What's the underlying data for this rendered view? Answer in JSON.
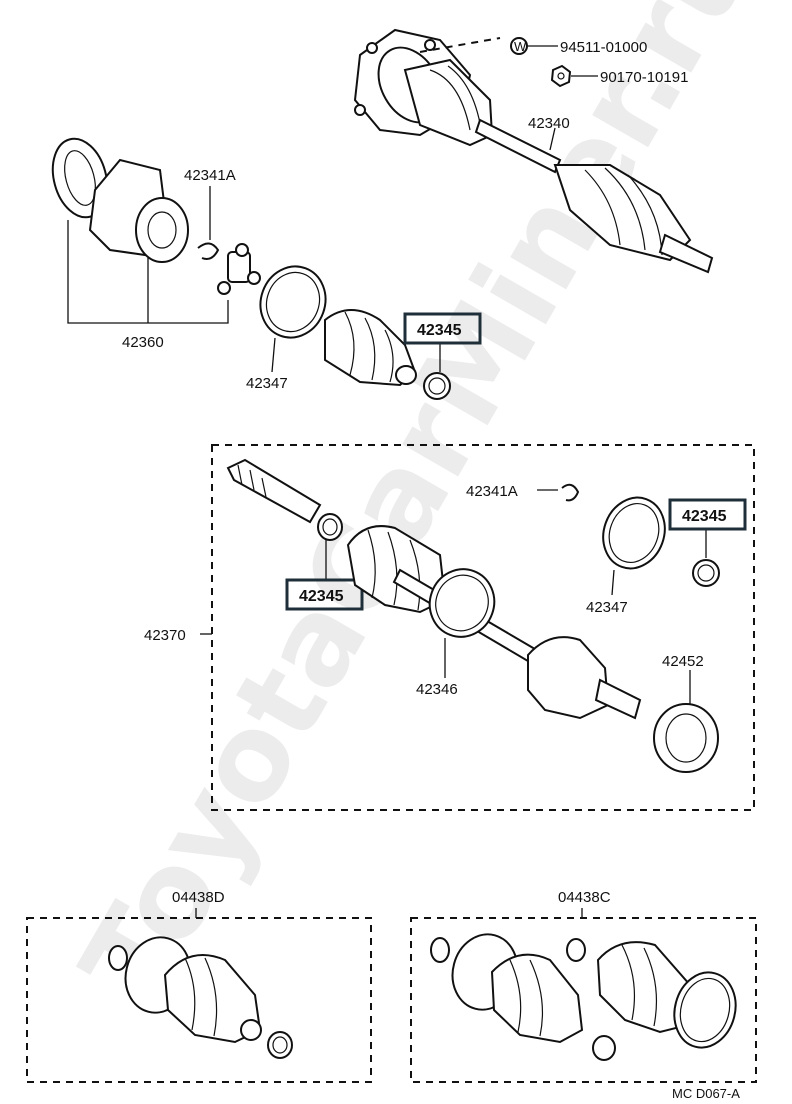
{
  "labels": {
    "p94511": "94511-01000",
    "p90170": "90170-10191",
    "p42340": "42340",
    "p42341a_top": "42341A",
    "p42360": "42360",
    "p42345_top": "42345",
    "p42347_top": "42347",
    "p42341a_mid": "42341A",
    "p42345_right": "42345",
    "p42345_left": "42345",
    "p42347_mid": "42347",
    "p42370": "42370",
    "p42346": "42346",
    "p42452": "42452",
    "kit_d": "04438D",
    "kit_c": "04438C",
    "footer": "MC  D067-A",
    "washer_symbol": "W"
  },
  "watermark": "ToyotaCarMiner.ru",
  "colors": {
    "line": "#111111",
    "highlight_border": "#1f2f3a"
  }
}
